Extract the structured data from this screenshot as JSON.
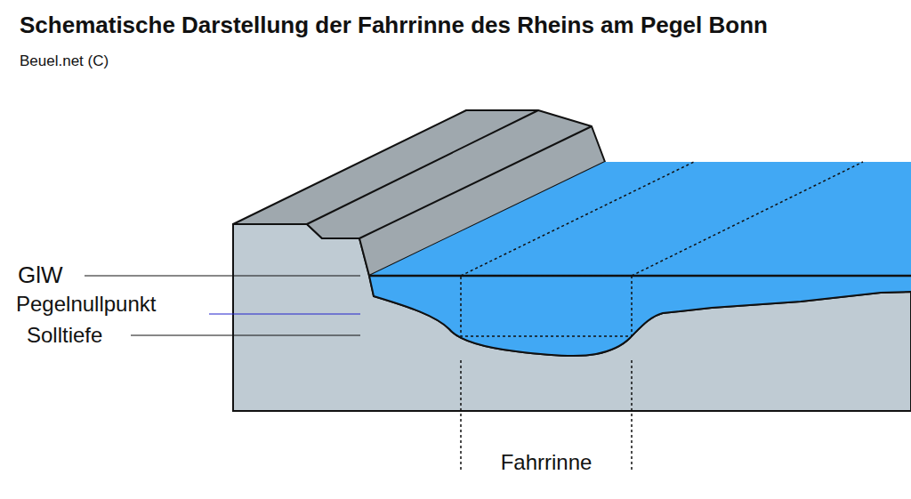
{
  "diagram": {
    "title": "Schematische Darstellung der Fahrrinne des Rheins am Pegel Bonn",
    "labels": [
      "Beuel.net (C)",
      "GlW",
      "Pegelnullpunkt",
      "Solltiefe",
      "Fahrrinne"
    ]
  }
}
